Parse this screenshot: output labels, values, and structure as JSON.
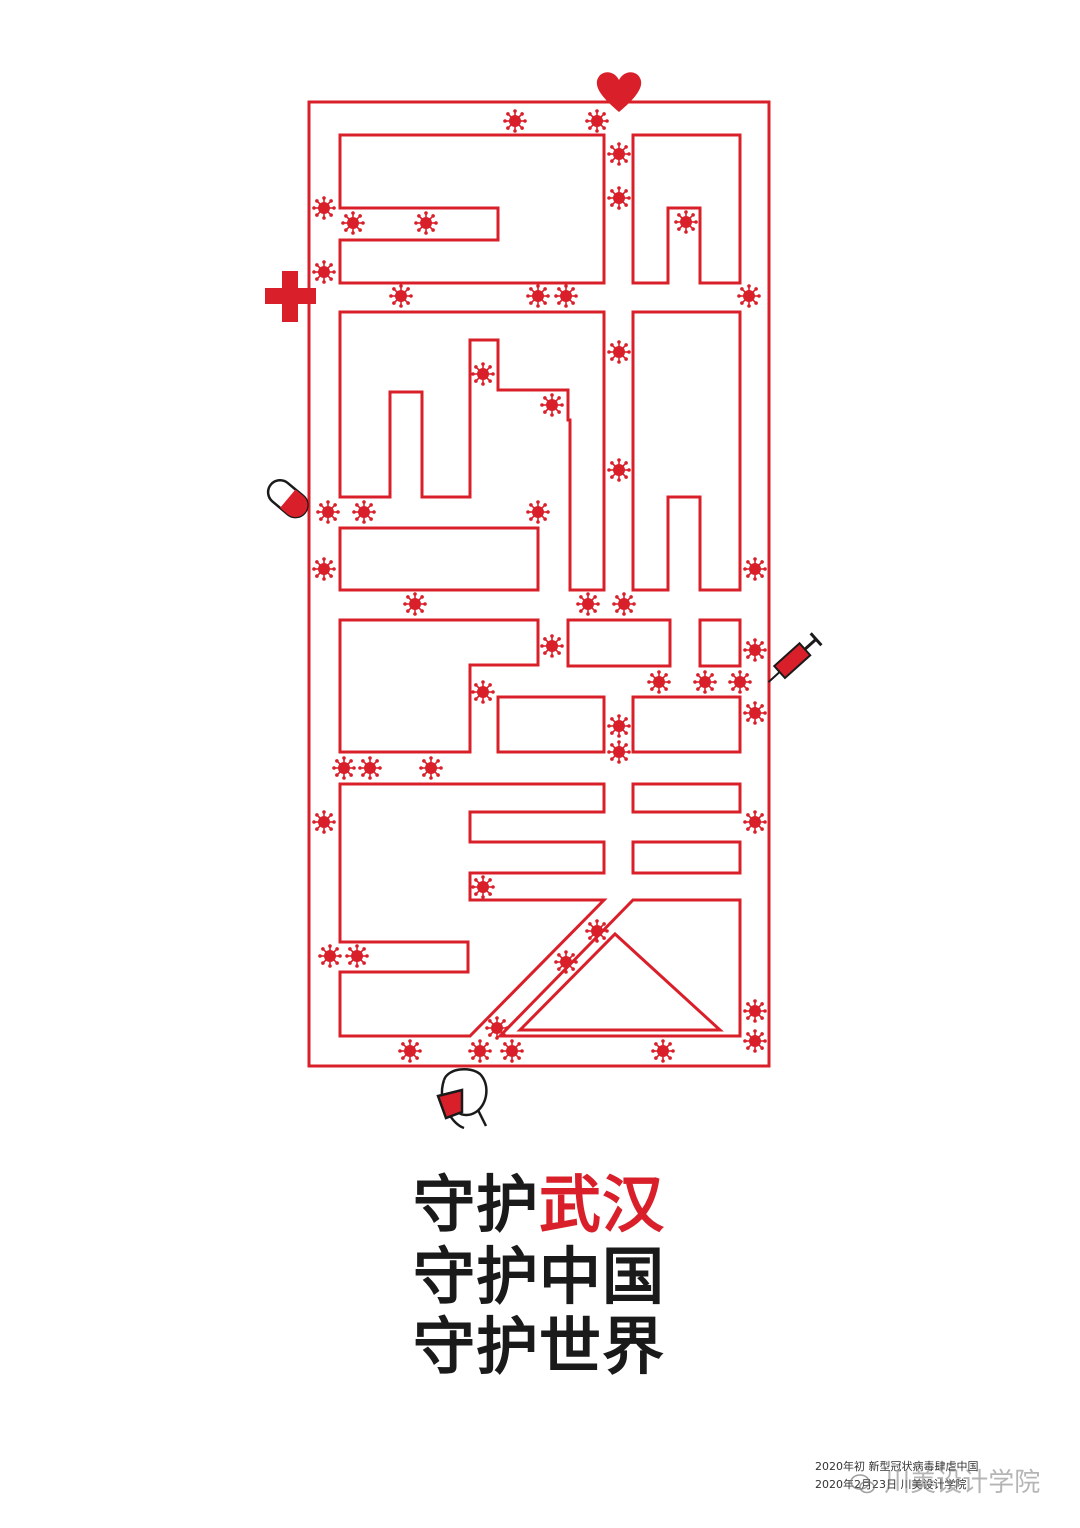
{
  "poster": {
    "colors": {
      "accent": "#d9202a",
      "text": "#1a1a1a",
      "background": "#ffffff"
    },
    "icons": [
      "heart-icon",
      "red-cross-icon",
      "pill-capsule-icon",
      "syringe-icon",
      "masked-doctor-icon",
      "virus-icon"
    ],
    "slogans": [
      {
        "lead": "守护",
        "emphasis": "武汉"
      },
      {
        "lead": "守护中国",
        "emphasis": ""
      },
      {
        "lead": "守护世界",
        "emphasis": ""
      }
    ],
    "footer": {
      "line1": "2020年初  新型冠状病毒肆虐中国",
      "line2": "2020年2月23日  川美设计学院"
    },
    "watermark": {
      "text": "川美设计学院",
      "icon": "wechat-icon"
    }
  }
}
